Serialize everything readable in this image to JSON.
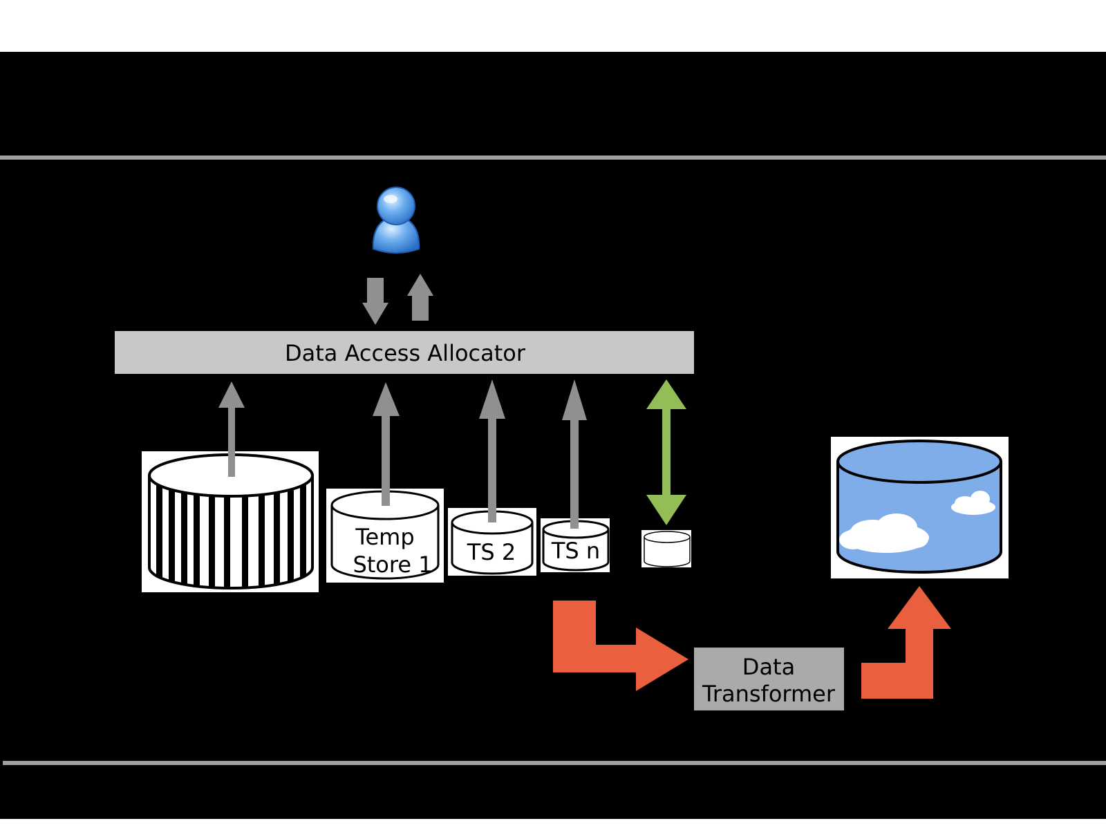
{
  "diagram": {
    "allocator_label": "Data Access Allocator",
    "stores": {
      "temp_store_1": [
        "Temp",
        "Store 1"
      ],
      "ts_2": "TS 2",
      "ts_n": "TS n"
    },
    "transformer_label": [
      "Data",
      "Transformer"
    ]
  },
  "colors": {
    "background": "#000000",
    "allocator_fill": "#c8c8c8",
    "gray_arrow": "#909090",
    "green_arrow": "#93bd56",
    "orange_arrow": "#ea5f3e",
    "transformer_fill": "#aaaaaa",
    "cloud_store_fill": "#7fadea",
    "user_icon": "#5a9ee8"
  },
  "icons": [
    "user-icon",
    "striped-database-icon",
    "cloud-database-icon",
    "small-cylinder-icon"
  ]
}
